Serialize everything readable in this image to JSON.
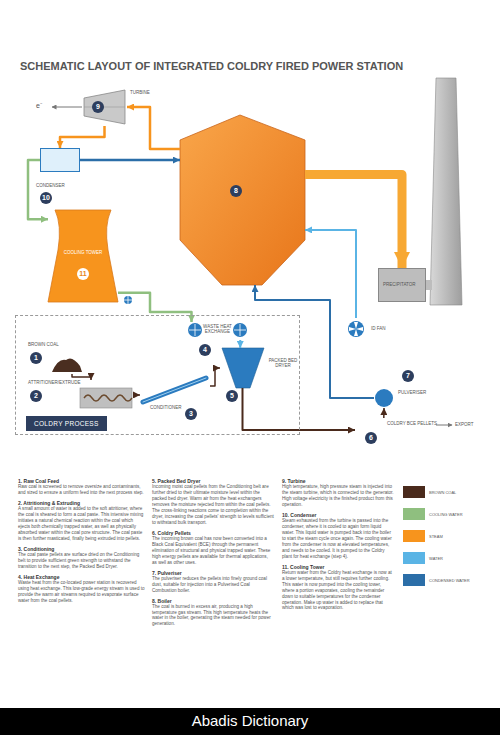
{
  "diagram": {
    "title": "SCHEMATIC LAYOUT OF INTEGRATED COLDRY FIRED POWER STATION",
    "nodes": [
      {
        "text": [
          "8"
        ]
      },
      {
        "text": [
          "TURBINE",
          "9"
        ]
      },
      {
        "text": [
          "CONDENSER",
          "10"
        ]
      },
      {
        "text": [
          "COOLING TOWER",
          "11"
        ]
      },
      {
        "text": [
          "PRECIPITATOR"
        ]
      },
      {
        "text": [
          "ID FAN"
        ]
      },
      {
        "text": [
          "COLDRY PROCESS"
        ]
      },
      {
        "text": [
          "BROWN COAL",
          "1"
        ],
        "in": 6
      },
      {
        "text": [
          "ATTRITIONER/EXTRUDE",
          "2"
        ],
        "in": 6
      },
      {
        "text": [
          "CONDITIONER",
          "3"
        ],
        "in": 6
      },
      {
        "text": [
          "WASTE HEAT EXCHANGE",
          "4"
        ],
        "in": 6
      },
      {
        "text": [
          "PACKED BED DRYER",
          "5"
        ],
        "in": 6
      },
      {
        "text": [
          "PULVERISER",
          "7"
        ]
      },
      {
        "text": [
          "COLDRY BCE PELLETS",
          "6"
        ]
      }
    ],
    "edges": [
      {
        "from": 0,
        "to": 1,
        "arrow": "to"
      },
      {
        "from": 1,
        "to": 2,
        "arrow": "to"
      },
      {
        "from": 2,
        "to": 0,
        "arrow": "to"
      },
      {
        "from": 2,
        "to": 3,
        "arrow": "to"
      },
      {
        "from": 3,
        "to": 10,
        "arrow": "to"
      },
      {
        "from": 10,
        "to": 11,
        "arrow": "to"
      },
      {
        "from": 7,
        "to": 8,
        "arrow": "to"
      },
      {
        "from": 8,
        "to": 9,
        "arrow": "to"
      },
      {
        "from": 9,
        "to": 11,
        "arrow": "to"
      },
      {
        "from": 11,
        "to": 13,
        "arrow": "to"
      },
      {
        "from": 13,
        "to": 12,
        "arrow": "to"
      },
      {
        "from": 12,
        "to": 0,
        "arrow": "to"
      },
      {
        "from": 5,
        "to": 0,
        "arrow": "to"
      },
      {
        "from": 0,
        "to": 4,
        "arrow": "to"
      }
    ],
    "labels": [
      "e⁻",
      "EXPORT",
      "1. Raw Coal Feed",
      "Raw coal is screened to remove oversize and contaminants, and sized to ensure a uniform feed into the next process step.",
      "2. Attritioning & Extruding",
      "A small amount of water is added to the soft attritioner, where the coal is sheared to form a coal paste. This intensive mixing initiates a natural chemical reaction within the coal which ejects both chemically trapped water, as well as physically absorbed water within the coal pore structure. The coal paste is then further masticated, finally being extruded into pellets.",
      "3. Conditioning",
      "The coal paste pellets are surface dried on the Conditioning belt to provide sufficient green strength to withstand the transition to the next step, the Packed Bed Dryer.",
      "4. Heat Exchange",
      "Waste heat from the co-located power station is recovered using heat exchange. This low-grade energy stream is used to provide the warm air streams required to evaporate surface water from the coal pellets.",
      "5. Packed Bed Dryer",
      "Incoming moist coal pellets from the Conditioning belt are further dried to their ultimate moisture level within the packed bed dryer. Warm air from the heat exchangers removes the moisture rejected from within the coal pellets. The cross-linking reactions come to completion within the dryer, increasing the coal pellets' strength to levels sufficient to withstand bulk transport.",
      "6. Coldry Pellets",
      "The incoming brown coal has now been converted into a Black Coal Equivalent (BCE) through the permanent elimination of structural and physical trapped water. These high energy pellets are available for thermal applications, as well as other uses.",
      "7. Pulveriser",
      "The pulveriser reduces the pellets into finely ground coal dust, suitable for injection into a Pulverised Coal Combustion boiler.",
      "8. Boiler",
      "The coal is burned in excess air, producing a high temperature gas stream. This high temperature heats the water in the boiler, generating the steam needed for power generation.",
      "9. Turbine",
      "High temperature, high pressure steam is injected into the steam turbine, which is connected to the generator. High voltage electricity is the finished product from this operation.",
      "10. Condenser",
      "Steam exhausted from the turbine is passed into the condenser, where it is cooled to again form liquid water. This liquid water is pumped back into the boiler to start the steam cycle once again. The cooling water from the condenser is now at elevated temperatures, and needs to be cooled. It is pumped to the Coldry plant for heat exchange (step 4).",
      "11. Cooling Tower",
      "Return water from the Coldry heat exchange is now at a lower temperature, but still requires further cooling. This water is now pumped into the cooling tower, where a portion evaporates, cooling the remainder down to suitable temperatures for the condenser operation. Make up water is added to replace that which was lost to evaporation.",
      "Abadis Dictionary"
    ],
    "legend": [
      {
        "text": "BROWN COAL",
        "color": "#4a2a1c"
      },
      {
        "text": "COOLING WATER",
        "color": "#8fbf7f"
      },
      {
        "text": "STEAM",
        "color": "#f7941d"
      },
      {
        "text": "WATER",
        "color": "#5ab4e5"
      },
      {
        "text": "CONDENSED WATER",
        "color": "#2b6ea8"
      }
    ]
  }
}
